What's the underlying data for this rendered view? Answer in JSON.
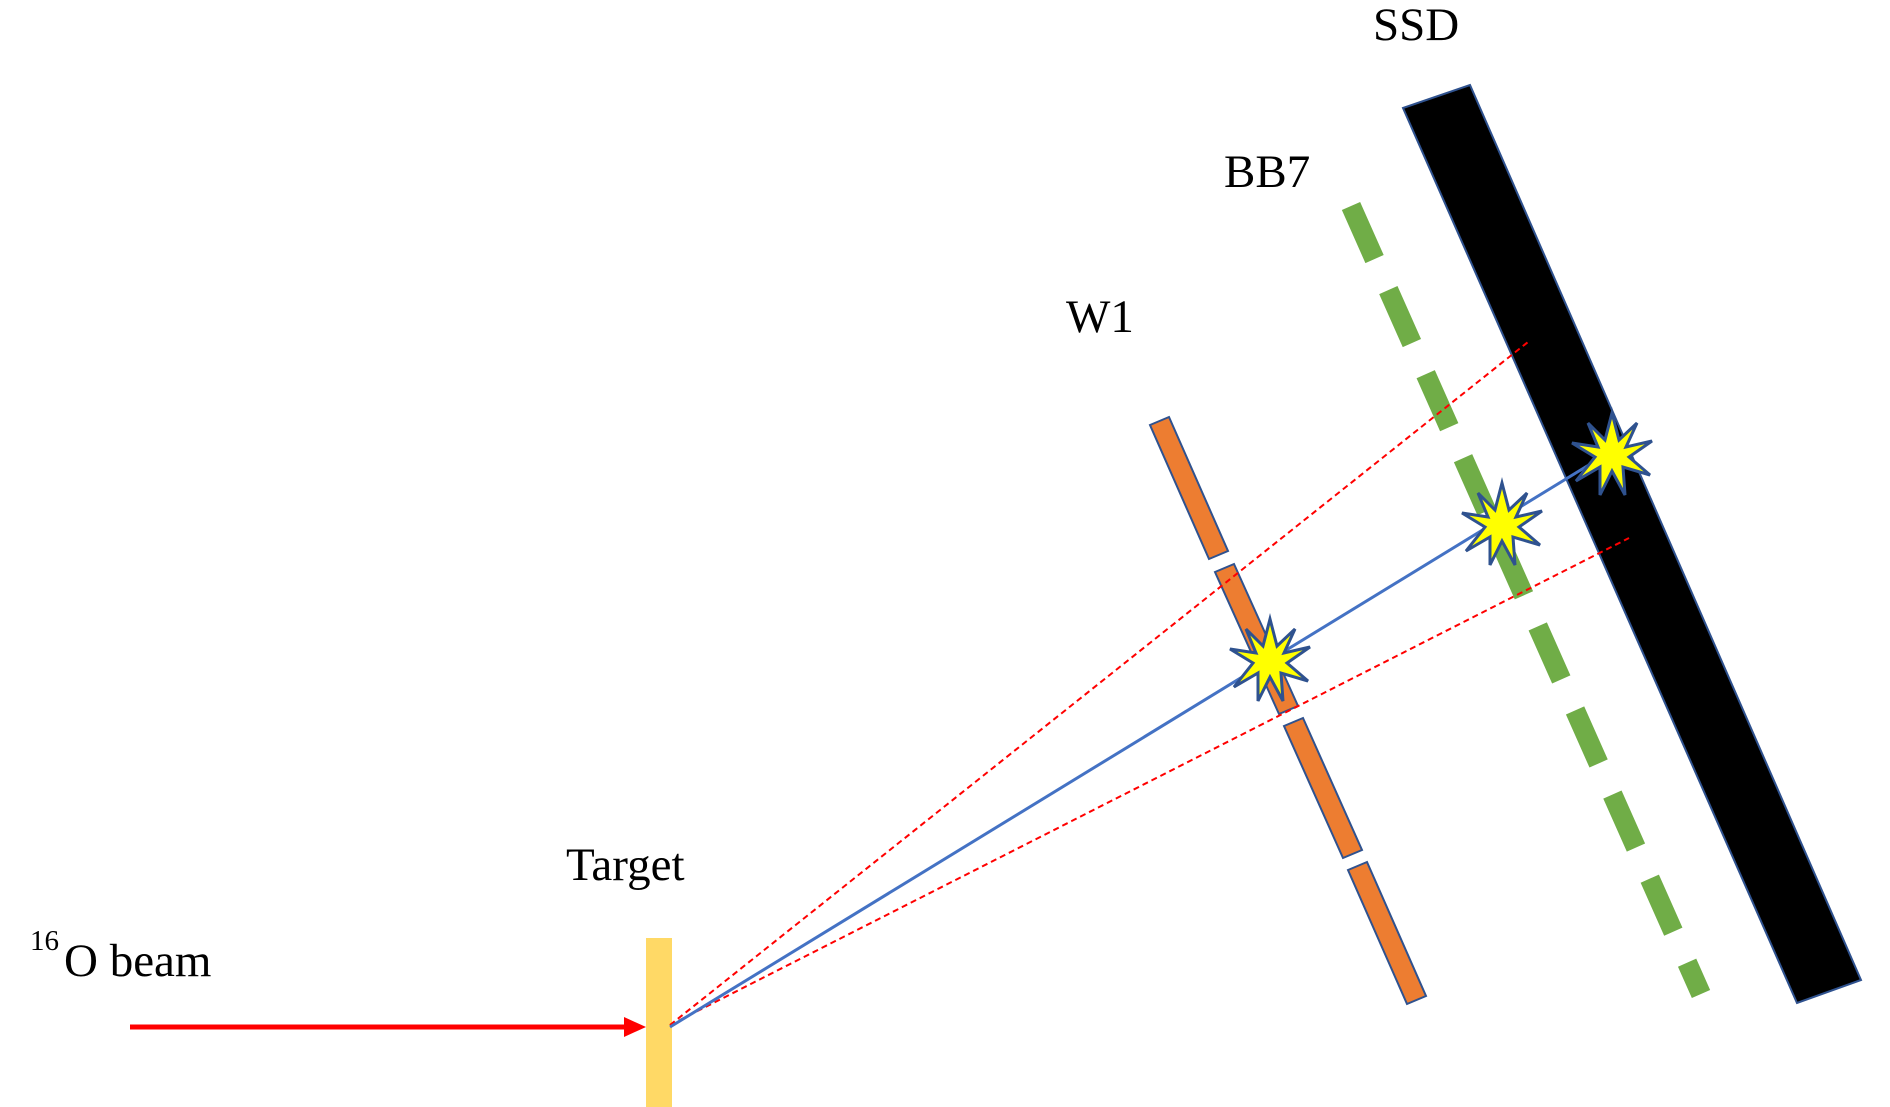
{
  "labels": {
    "ssd": "SSD",
    "bb7": "BB7",
    "w1": "W1",
    "target": "Target",
    "beam_superscript": "16",
    "beam_text": "O beam"
  },
  "colors": {
    "beam_arrow": "#ff0000",
    "target": "#ffd966",
    "w1_fill": "#ed7d31",
    "w1_stroke": "#2f528f",
    "bb7": "#70ad47",
    "ssd_fill": "#000000",
    "ssd_stroke": "#2f528f",
    "track": "#4472c4",
    "acceptance": "#ff0000",
    "hit_fill": "#ffff00",
    "hit_stroke": "#2f528f"
  }
}
